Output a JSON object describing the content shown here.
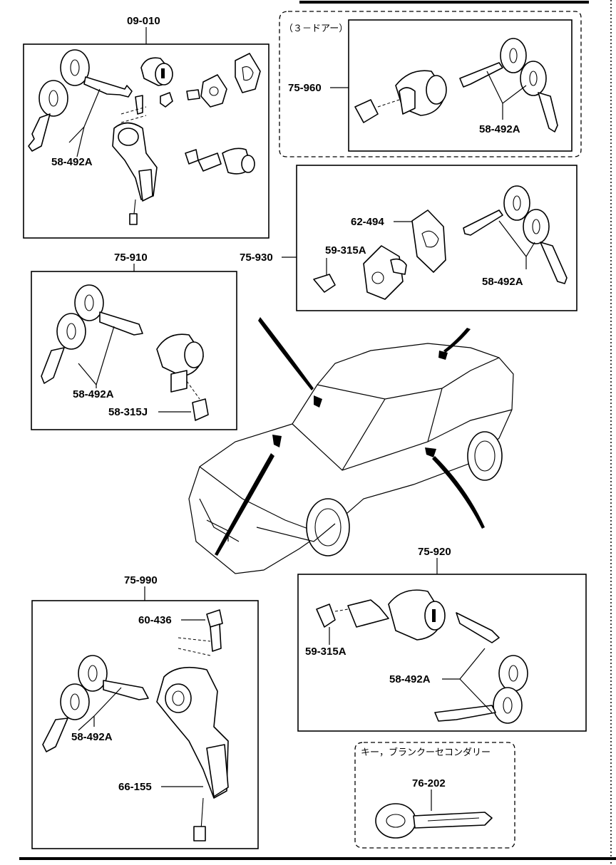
{
  "assemblies": {
    "ignition_set": {
      "code": "09-010",
      "key_part": "58-492A"
    },
    "three_door": {
      "note": "（３－ドアー）",
      "code": "75-960",
      "key_part": "58-492A"
    },
    "lock_75_930": {
      "code": "75-930",
      "gasket_part": "62-494",
      "clip_part": "59-315A",
      "key_part": "58-492A"
    },
    "lock_75_910": {
      "code": "75-910",
      "key_part": "58-492A",
      "clip_part": "58-315J"
    },
    "steering_lock": {
      "code": "75-990",
      "bolt_part": "60-436",
      "key_part": "58-492A",
      "switch_part": "66-155"
    },
    "door_lock": {
      "code": "75-920",
      "clip_part": "59-315A",
      "key_part": "58-492A"
    },
    "blank_key": {
      "note": "キー，ブランクーセコンダリー",
      "code": "76-202"
    }
  }
}
